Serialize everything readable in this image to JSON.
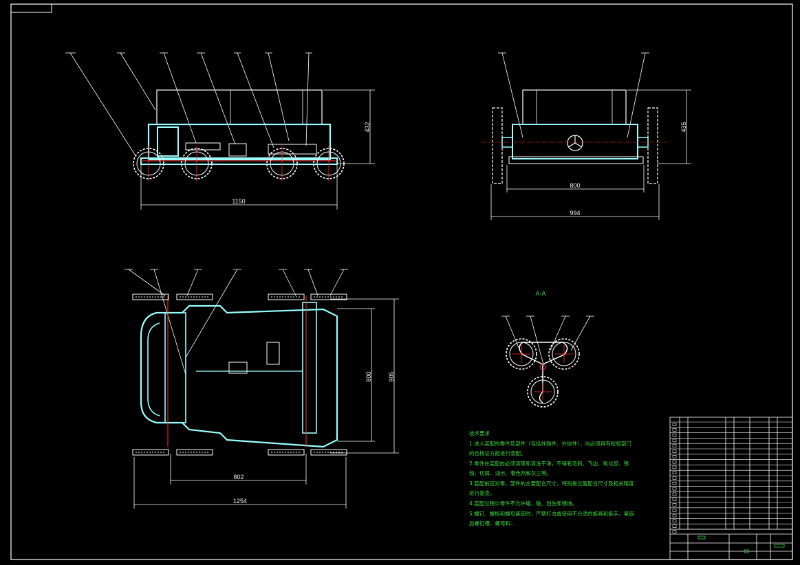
{
  "drawing": {
    "side_view": {
      "height_dim": "432",
      "length_dim": "1150"
    },
    "front_view": {
      "height_dim": "435",
      "inner_width_dim": "800",
      "outer_width_dim": "994"
    },
    "top_view": {
      "width_dim_inner": "800",
      "width_dim_outer": "905",
      "length_dim_inner": "802",
      "length_dim_outer": "1254"
    },
    "section": {
      "label": "A-A"
    },
    "tech_requirements": {
      "title": "技术要求",
      "lines": [
        "1.进入装配的零件及部件（包括外购件、外协件），均必须具有检验部门",
        "的合格证方能进行装配。",
        "2.零件在装配前必须清理和清洗干净，不得有毛刺、飞边、氧化皮、锈",
        "蚀、切屑、油污、着色剂和灰尘等。",
        "3.装配前应对零、部件的主要配合尺寸，特别是过盈配合尺寸及相关精度",
        "进行复查。",
        "4.装配过程中零件不允许磕、碰、划伤和锈蚀。",
        "5.螺钉、螺栓和螺母紧固时，严禁打击或使用不合适的旋具和扳手，紧固",
        "后螺钉槽、螺母和..."
      ]
    }
  }
}
